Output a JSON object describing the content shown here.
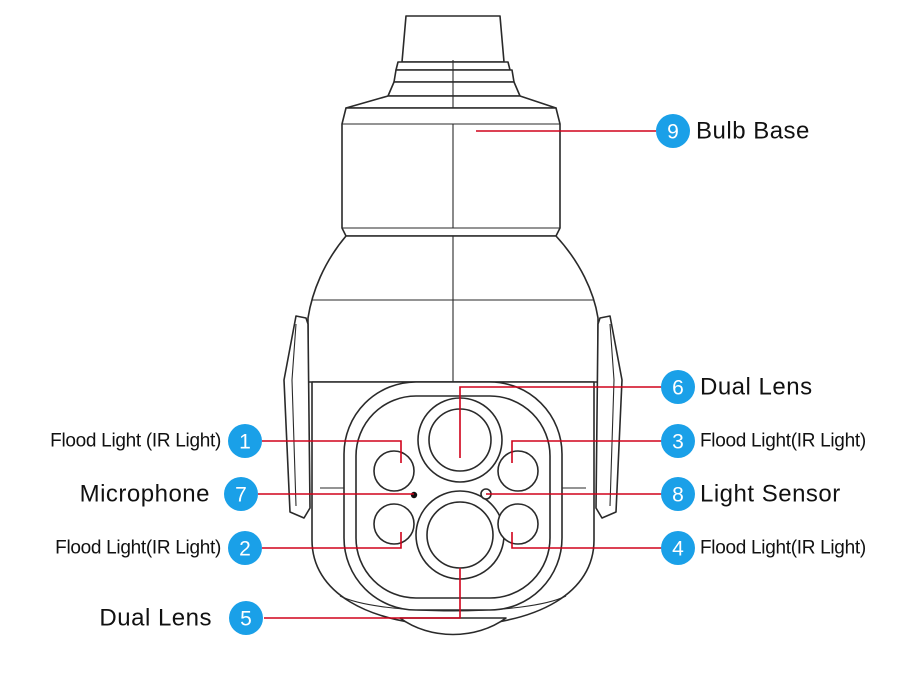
{
  "callouts": [
    {
      "num": "1",
      "label": "Flood Light (IR Light)"
    },
    {
      "num": "2",
      "label": "Flood Light(IR Light)"
    },
    {
      "num": "3",
      "label": "Flood Light(IR Light)"
    },
    {
      "num": "4",
      "label": "Flood Light(IR Light)"
    },
    {
      "num": "5",
      "label": "Dual Lens"
    },
    {
      "num": "6",
      "label": "Dual Lens"
    },
    {
      "num": "7",
      "label": "Microphone"
    },
    {
      "num": "8",
      "label": "Light Sensor"
    },
    {
      "num": "9",
      "label": "Bulb Base"
    }
  ],
  "colors": {
    "badge": "#1aa0e8",
    "leader_line": "#d0021b",
    "outline": "#2a2a2a"
  }
}
